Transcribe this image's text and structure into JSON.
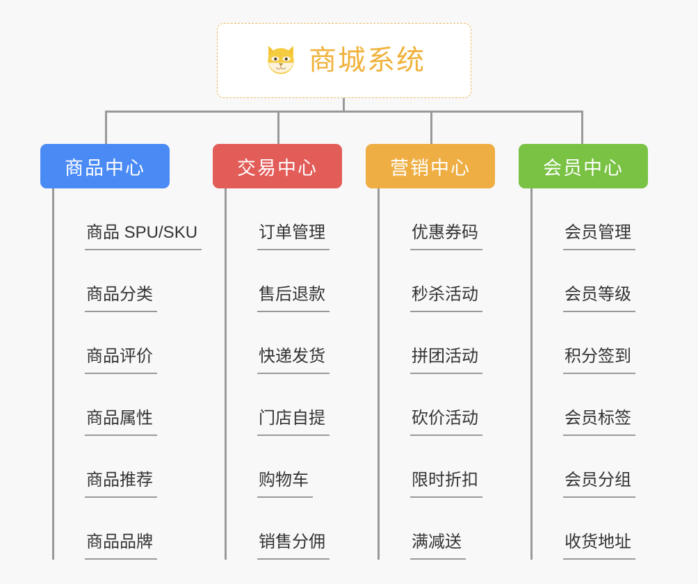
{
  "page": {
    "background": "#f8f8f8",
    "line_color": "#999999"
  },
  "root": {
    "title": "商城系统",
    "icon": "dog-face-icon",
    "text_color": "#f0b23c",
    "border_color": "#eab85d",
    "background": "#ffffff"
  },
  "columns": [
    {
      "id": "product-center",
      "title": "商品中心",
      "color": "#4a8af4",
      "items": [
        {
          "label": "商品 SPU/SKU"
        },
        {
          "label": "商品分类"
        },
        {
          "label": "商品评价"
        },
        {
          "label": "商品属性"
        },
        {
          "label": "商品推荐"
        },
        {
          "label": "商品品牌"
        }
      ]
    },
    {
      "id": "trade-center",
      "title": "交易中心",
      "color": "#e25c58",
      "items": [
        {
          "label": "订单管理"
        },
        {
          "label": "售后退款"
        },
        {
          "label": "快递发货"
        },
        {
          "label": "门店自提"
        },
        {
          "label": "购物车"
        },
        {
          "label": "销售分佣"
        }
      ]
    },
    {
      "id": "marketing-center",
      "title": "营销中心",
      "color": "#eeae43",
      "items": [
        {
          "label": "优惠券码"
        },
        {
          "label": "秒杀活动"
        },
        {
          "label": "拼团活动"
        },
        {
          "label": "砍价活动"
        },
        {
          "label": "限时折扣"
        },
        {
          "label": "满减送"
        }
      ]
    },
    {
      "id": "member-center",
      "title": "会员中心",
      "color": "#79c243",
      "items": [
        {
          "label": "会员管理"
        },
        {
          "label": "会员等级"
        },
        {
          "label": "积分签到"
        },
        {
          "label": "会员标签"
        },
        {
          "label": "会员分组"
        },
        {
          "label": "收货地址"
        }
      ]
    }
  ]
}
